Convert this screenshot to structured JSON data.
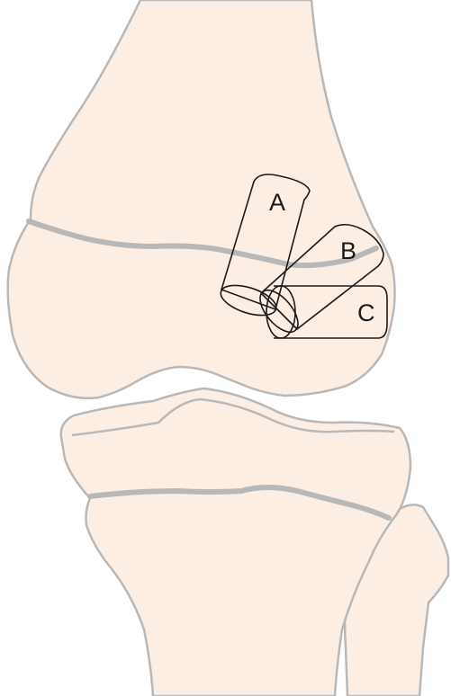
{
  "figure": {
    "labels": {
      "a": "A",
      "b": "B",
      "c": "C"
    },
    "colors": {
      "bone_fill": "#fdeee4",
      "bone_outline": "#b8b8b8",
      "tunnel_outline": "#1a1a1a"
    }
  }
}
